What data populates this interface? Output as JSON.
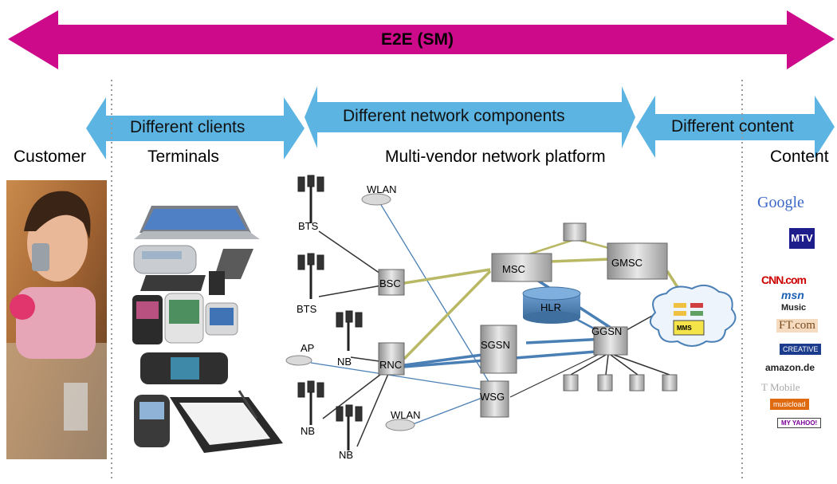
{
  "banner": {
    "label": "E2E (SM)",
    "color": "#cc0a8a"
  },
  "segments": {
    "clients": "Different clients",
    "network": "Different network components",
    "content": "Different content",
    "arrow_color": "#5bb4e2"
  },
  "columns": {
    "customer": "Customer",
    "terminals": "Terminals",
    "platform": "Multi-vendor network platform",
    "content": "Content"
  },
  "nodes": {
    "bts1": "BTS",
    "bts2": "BTS",
    "bsc": "BSC",
    "msc": "MSC",
    "gmsc": "GMSC",
    "hlr": "HLR",
    "rnc": "RNC",
    "sgsn": "SGSN",
    "ggsn": "GGSN",
    "wsg": "WSG",
    "ap": "AP",
    "nb1": "NB",
    "nb2": "NB",
    "nb3": "NB",
    "wlan1": "WLAN",
    "wlan2": "WLAN",
    "mms": "MMS"
  },
  "logos": {
    "google": "Google",
    "mtv": "MTV",
    "cnn": "CNN.com",
    "msn": "msn",
    "msn_music": "Music",
    "ft": "FT.com",
    "creative": "CREATIVE",
    "amazon": "amazon.de",
    "tmobile": "T Mobile",
    "musicload": "musicload",
    "yahoo": "MY YAHOO!"
  },
  "colors": {
    "olive_link": "#b8b865",
    "blue_link": "#4a7fb5",
    "thin_link": "#333333"
  }
}
